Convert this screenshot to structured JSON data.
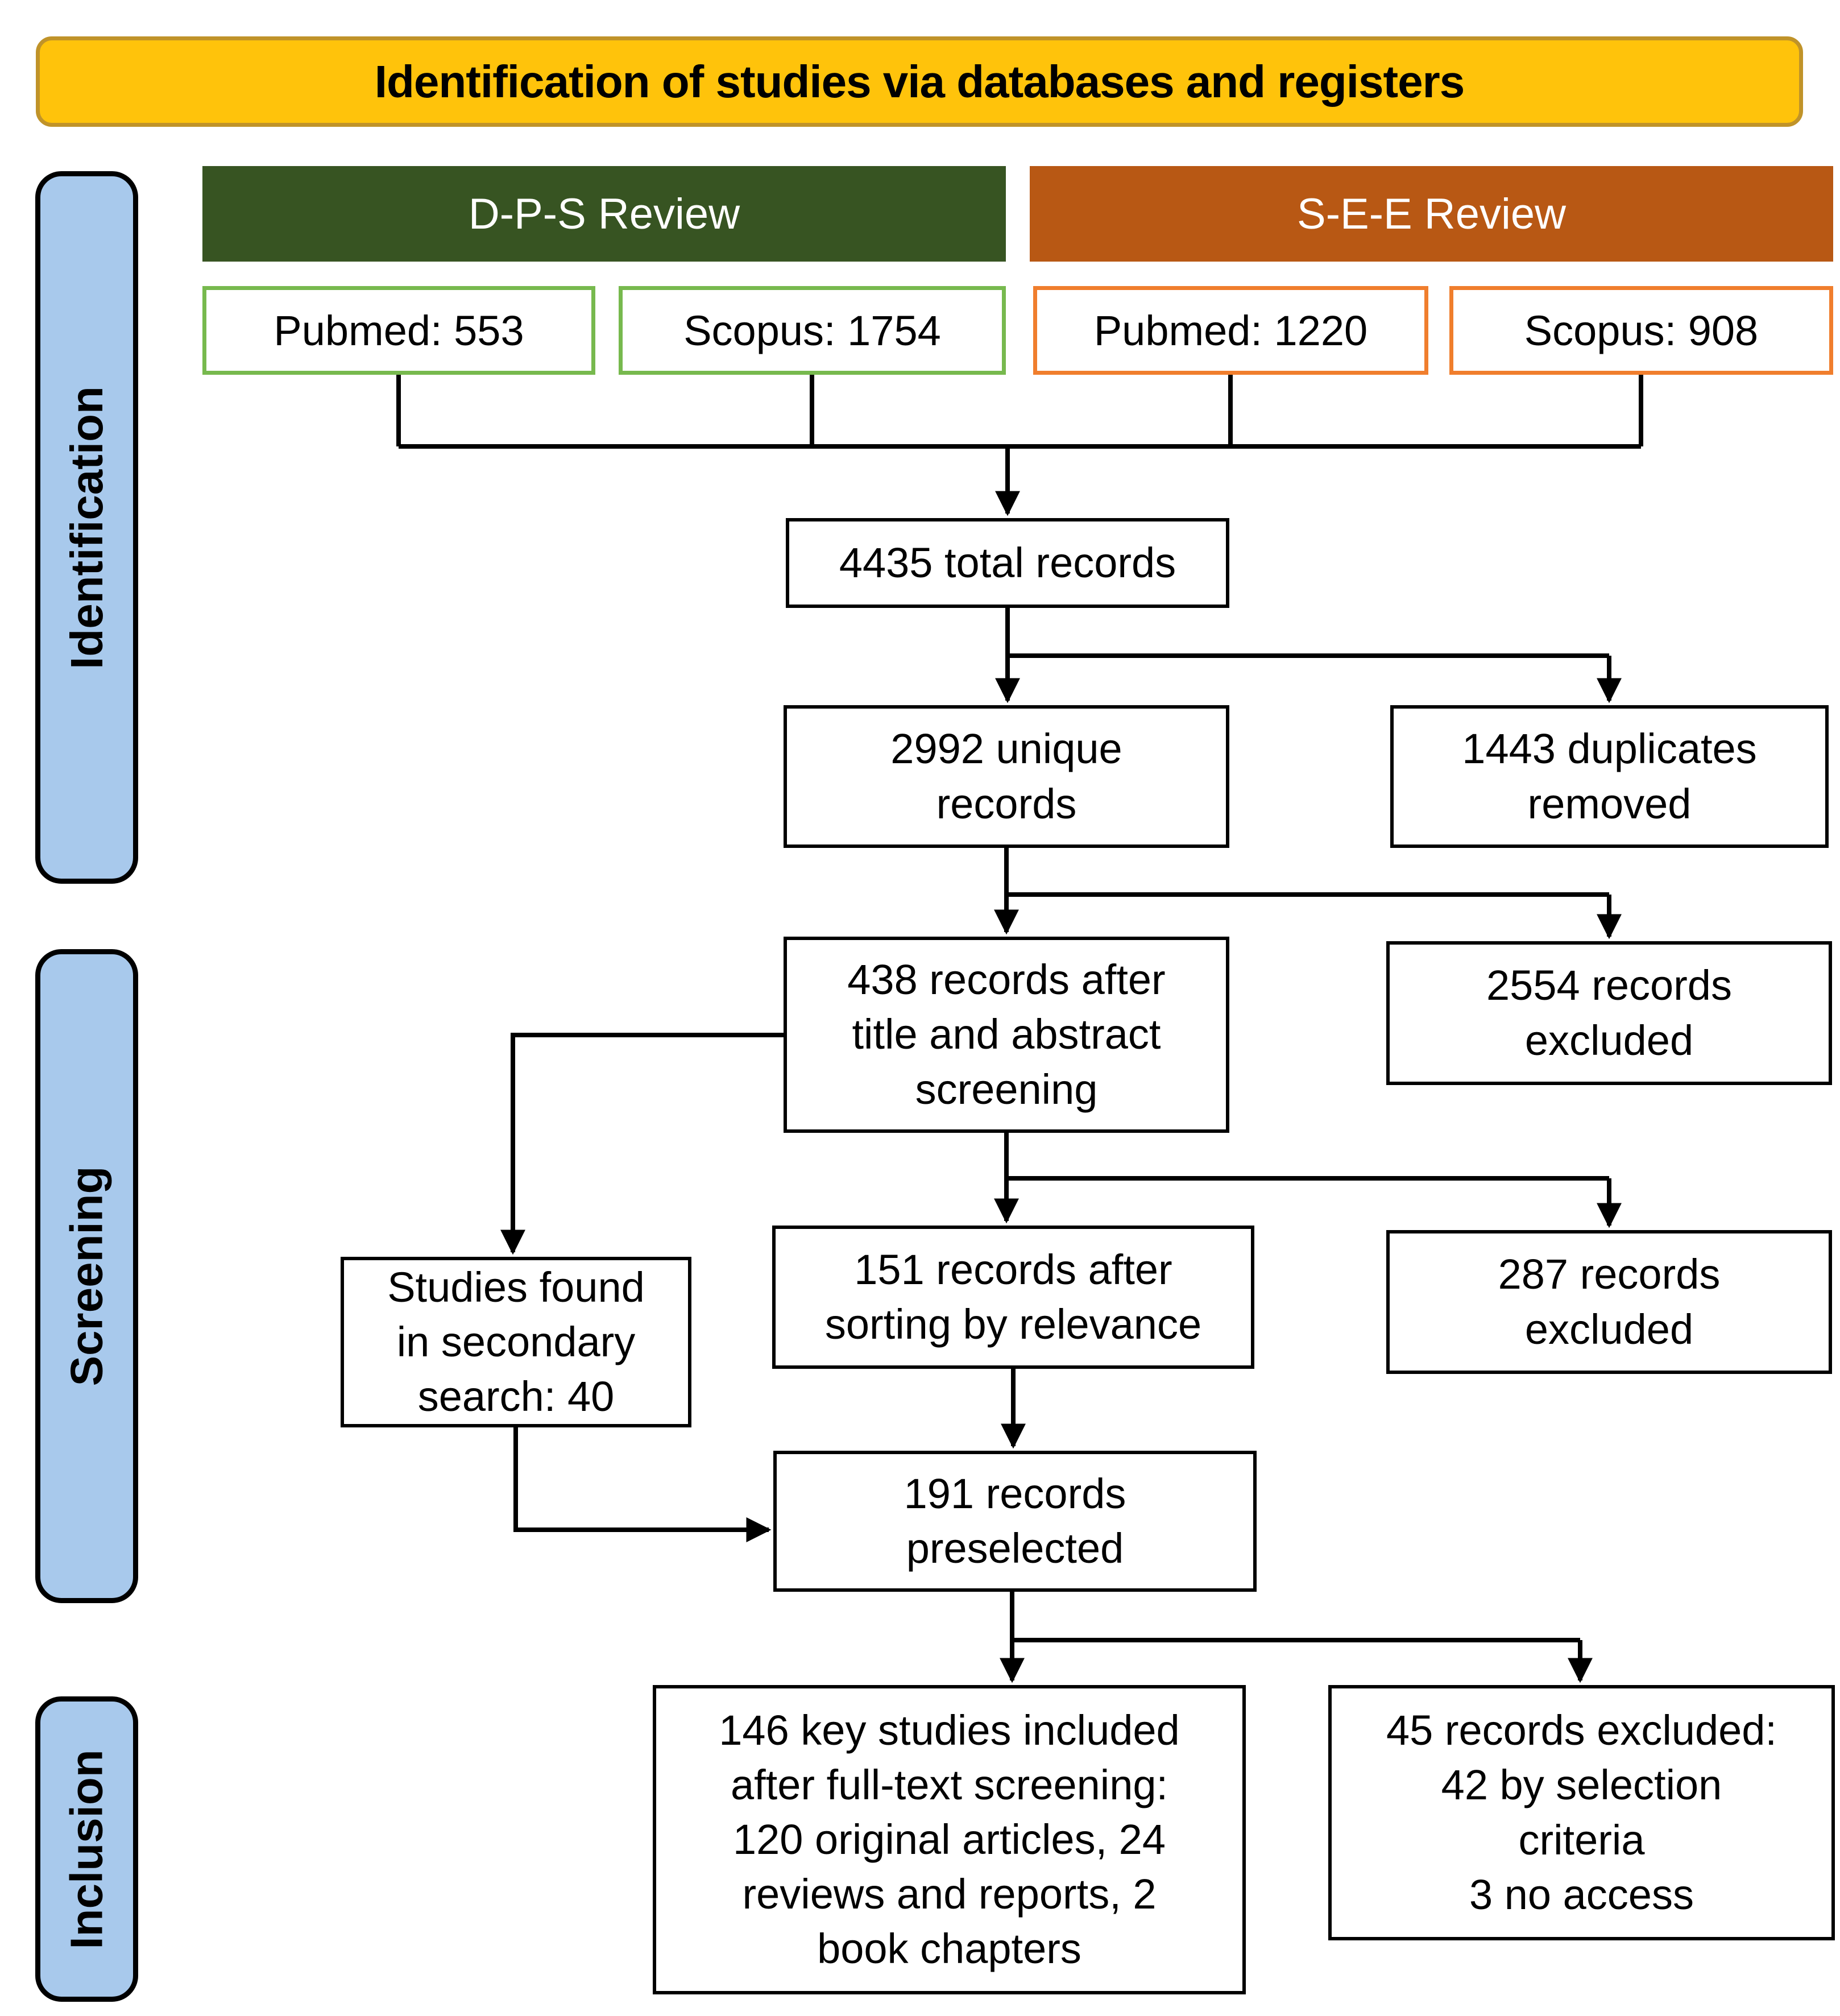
{
  "banner": {
    "title": "Identification of studies via databases and registers"
  },
  "stages": {
    "identification": "Identification",
    "screening": "Screening",
    "inclusion": "Inclusion"
  },
  "reviews": {
    "dps": {
      "label": "D-P-S Review"
    },
    "see": {
      "label": "S-E-E Review"
    }
  },
  "sources": {
    "dps_pubmed": "Pubmed: 553",
    "dps_scopus": "Scopus: 1754",
    "see_pubmed": "Pubmed: 1220",
    "see_scopus": "Scopus: 908"
  },
  "flow": {
    "total": "4435 total records",
    "unique": "2992 unique\nrecords",
    "duplicates": "1443 duplicates\nremoved",
    "title_abstract": "438 records after\ntitle and abstract\nscreening",
    "excluded_title_abstract": "2554 records\nexcluded",
    "secondary_search": "Studies found\nin secondary\nsearch: 40",
    "relevance": "151 records after\nsorting by relevance",
    "excluded_relevance": "287 records\nexcluded",
    "preselected": "191 records\npreselected",
    "included": "146 key studies included\nafter full-text screening:\n120 original articles, 24\nreviews and reports, 2\nbook chapters",
    "excluded_fulltext": "45 records excluded:\n42 by selection\ncriteria\n3 no access"
  },
  "colors": {
    "banner_fill": "#FFC30B",
    "banner_border": "#C09329",
    "dps_header": "#375422",
    "see_header": "#B85814",
    "dps_source_border": "#77B94E",
    "see_source_border": "#F07E2D",
    "stage_fill": "#A8C9EC",
    "line": "#000000",
    "node_border": "#000000"
  }
}
